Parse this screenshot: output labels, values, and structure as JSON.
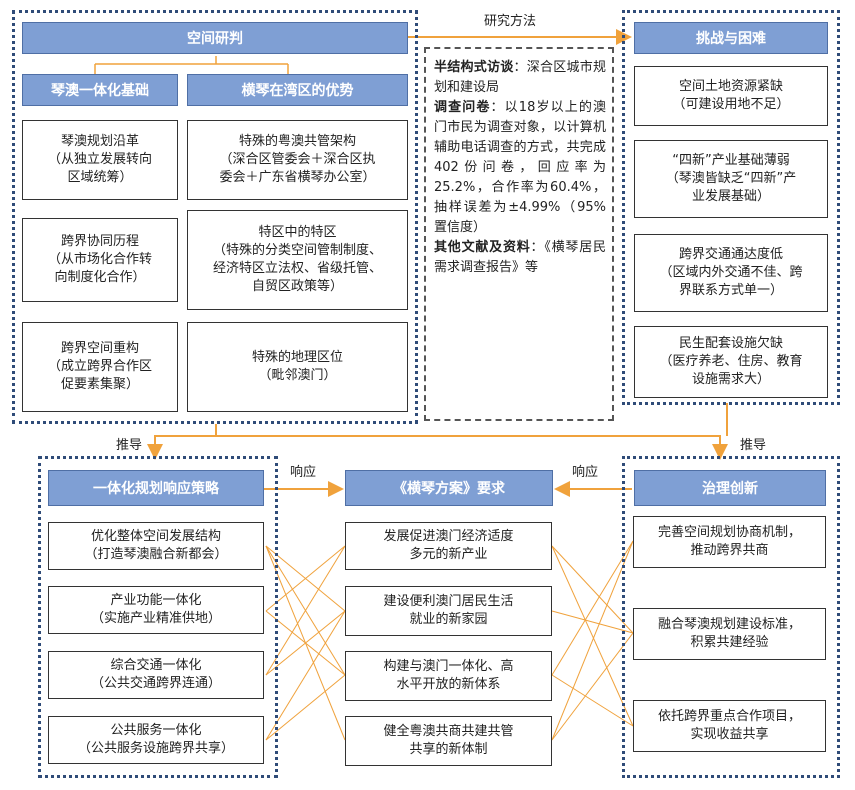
{
  "colors": {
    "header_fill": "#7f9fd4",
    "frame": "#2f4b78",
    "arrow": "#f0a23c",
    "cross_lines": "#f0a23c"
  },
  "top_left": {
    "title": "空间研判",
    "col1": {
      "title": "琴澳一体化基础",
      "items": [
        {
          "l1": "琴澳规划沿革",
          "l2": "（从独立发展转向",
          "l3": "区域统筹）"
        },
        {
          "l1": "跨界协同历程",
          "l2": "（从市场化合作转",
          "l3": "向制度化合作）"
        },
        {
          "l1": "跨界空间重构",
          "l2": "（成立跨界合作区",
          "l3": "促要素集聚）"
        }
      ]
    },
    "col2": {
      "title": "横琴在湾区的优势",
      "items": [
        {
          "l1": "特殊的粤澳共管架构",
          "l2": "（深合区管委会＋深合区执",
          "l3": "委会＋广东省横琴办公室）"
        },
        {
          "l1": "特区中的特区",
          "l2": "（特殊的分类空间管制制度、",
          "l3": "经济特区立法权、省级托管、",
          "l4": "自贸区政策等）"
        },
        {
          "l1": "特殊的地理区位",
          "l2": "（毗邻澳门）"
        }
      ]
    }
  },
  "research_method": {
    "label": "研究方法",
    "t1_bold": "半结构式访谈",
    "t1": "：深合区城市规划和建设局",
    "t2_bold": "调查问卷",
    "t2": "：以18岁以上的澳门市民为调查对象，以计算机辅助电话调查的方式，共完成402份问卷，回应率为25.2%，合作率为60.4%，抽样误差为±4.99%（95%置信度）",
    "t3_bold": "其他文献及资料",
    "t3": "：《横琴居民需求调查报告》等"
  },
  "challenges": {
    "title": "挑战与困难",
    "items": [
      {
        "l1": "空间土地资源紧缺",
        "l2": "（可建设用地不足）"
      },
      {
        "l1": "“四新”产业基础薄弱",
        "l2": "（琴澳皆缺乏“四新”产",
        "l3": "业发展基础）"
      },
      {
        "l1": "跨界交通通达度低",
        "l2": "（区域内外交通不佳、跨",
        "l3": "界联系方式单一）"
      },
      {
        "l1": "民生配套设施欠缺",
        "l2": "（医疗养老、住房、教育",
        "l3": "设施需求大）"
      }
    ]
  },
  "flow_labels": {
    "derive_left": "推导",
    "derive_right": "推导",
    "respond_left": "响应",
    "respond_right": "响应"
  },
  "strategy": {
    "title": "一体化规划响应策略",
    "items": [
      {
        "l1": "优化整体空间发展结构",
        "l2": "（打造琴澳融合新都会）"
      },
      {
        "l1": "产业功能一体化",
        "l2": "（实施产业精准供地）"
      },
      {
        "l1": "综合交通一体化",
        "l2": "（公共交通跨界连通）"
      },
      {
        "l1": "公共服务一体化",
        "l2": "（公共服务设施跨界共享）"
      }
    ]
  },
  "plan": {
    "title": "《横琴方案》要求",
    "items": [
      {
        "l1": "发展促进澳门经济适度",
        "l2": "多元的新产业"
      },
      {
        "l1": "建设便利澳门居民生活",
        "l2": "就业的新家园"
      },
      {
        "l1": "构建与澳门一体化、高",
        "l2": "水平开放的新体系"
      },
      {
        "l1": "健全粤澳共商共建共管",
        "l2": "共享的新体制"
      }
    ]
  },
  "governance": {
    "title": "治理创新",
    "items": [
      {
        "l1": "完善空间规划协商机制，",
        "l2": "推动跨界共商"
      },
      {
        "l1": "融合琴澳规划建设标准，",
        "l2": "积累共建经验"
      },
      {
        "l1": "依托跨界重点合作项目，",
        "l2": "实现收益共享"
      }
    ]
  }
}
